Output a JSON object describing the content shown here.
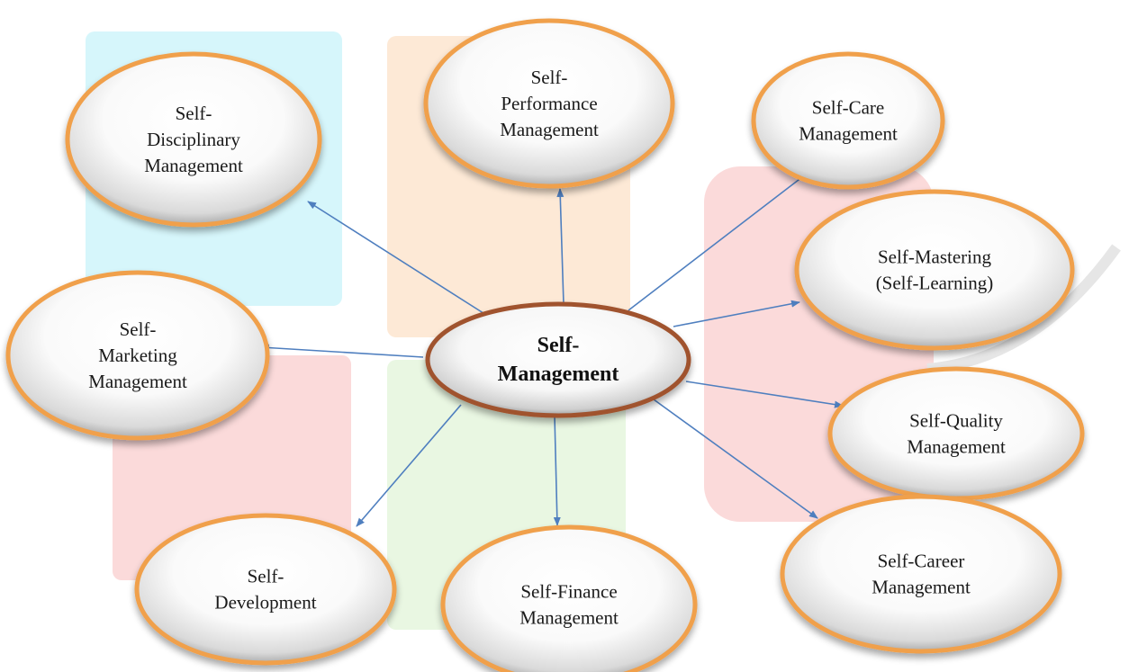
{
  "diagram": {
    "center": {
      "id": "self-management",
      "lines": [
        "Self-",
        "Management"
      ]
    },
    "nodes": [
      {
        "id": "self-disciplinary-management",
        "lines": [
          "Self-",
          "Disciplinary",
          "Management"
        ]
      },
      {
        "id": "self-performance-management",
        "lines": [
          "Self-",
          "Performance",
          "Management"
        ]
      },
      {
        "id": "self-care-management",
        "lines": [
          "Self-Care",
          "Management"
        ]
      },
      {
        "id": "self-mastering",
        "lines": [
          "Self-Mastering",
          "(Self-Learning)"
        ]
      },
      {
        "id": "self-marketing-management",
        "lines": [
          "Self-",
          "Marketing",
          "Management"
        ]
      },
      {
        "id": "self-quality-management",
        "lines": [
          "Self-Quality",
          "Management"
        ]
      },
      {
        "id": "self-development",
        "lines": [
          "Self-",
          "Development"
        ]
      },
      {
        "id": "self-finance-management",
        "lines": [
          "Self-Finance",
          "Management"
        ]
      },
      {
        "id": "self-career-management",
        "lines": [
          "Self-Career",
          "Management"
        ]
      }
    ],
    "edges": [
      {
        "from": "self-management",
        "to": "self-disciplinary-management"
      },
      {
        "from": "self-management",
        "to": "self-performance-management"
      },
      {
        "from": "self-management",
        "to": "self-care-management"
      },
      {
        "from": "self-management",
        "to": "self-mastering"
      },
      {
        "from": "self-management",
        "to": "self-marketing-management"
      },
      {
        "from": "self-management",
        "to": "self-quality-management"
      },
      {
        "from": "self-management",
        "to": "self-development"
      },
      {
        "from": "self-management",
        "to": "self-finance-management"
      },
      {
        "from": "self-management",
        "to": "self-career-management"
      }
    ]
  },
  "colors": {
    "node_border": "#f0a04b",
    "center_border": "#a0522d",
    "arrow": "#4f7fbf",
    "watermark_cyan": "#d6f6fb",
    "watermark_orange": "#fde9d6",
    "watermark_red": "#fbdada",
    "watermark_green": "#e9f7e2",
    "watermark_gray": "#e6e6e6"
  }
}
